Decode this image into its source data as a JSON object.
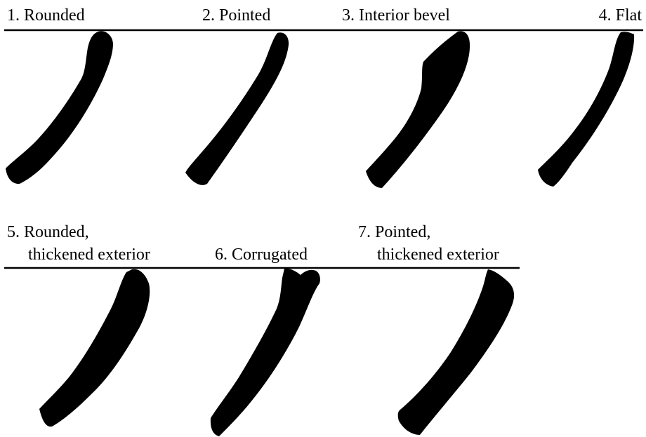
{
  "profiles": [
    {
      "number": "1.",
      "line1": "Rounded",
      "line2": ""
    },
    {
      "number": "2.",
      "line1": "Pointed",
      "line2": ""
    },
    {
      "number": "3.",
      "line1": "Interior bevel",
      "line2": ""
    },
    {
      "number": "4.",
      "line1": "Flat",
      "line2": ""
    },
    {
      "number": "5.",
      "line1": "Rounded,",
      "line2": "thickened exterior"
    },
    {
      "number": "6.",
      "line1": "Corrugated",
      "line2": ""
    },
    {
      "number": "7.",
      "line1": "Pointed,",
      "line2": "thickened exterior"
    }
  ],
  "colors": {
    "ink": "#000000",
    "background": "#ffffff"
  }
}
